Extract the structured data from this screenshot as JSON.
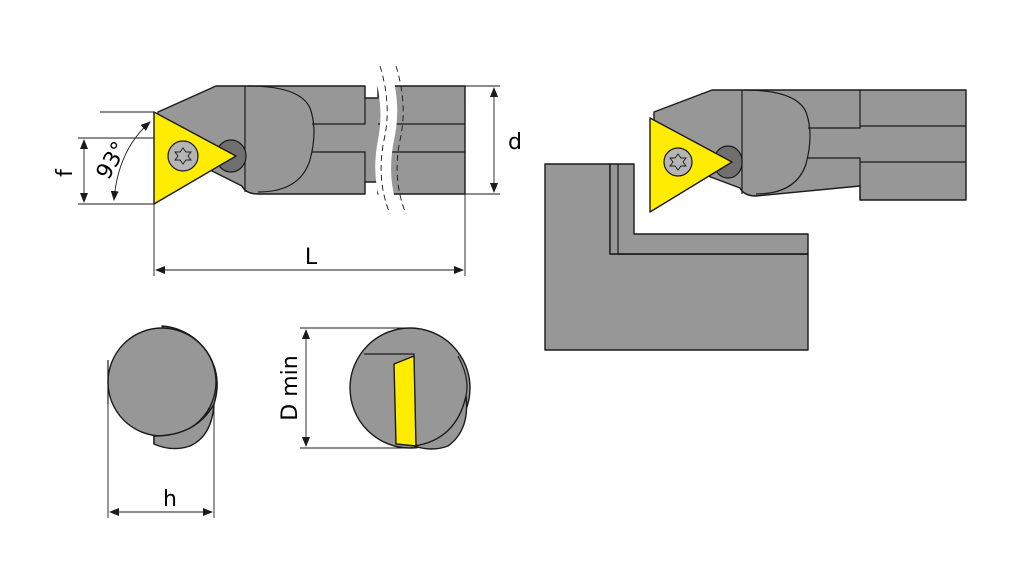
{
  "labels": {
    "f": "f",
    "angle": "93°",
    "d": "d",
    "L": "L",
    "h": "h",
    "D_min": "D min"
  },
  "colors": {
    "body": "#979797",
    "insert": "#ffec00",
    "outline": "#1a1a1a",
    "background": "#ffffff"
  }
}
